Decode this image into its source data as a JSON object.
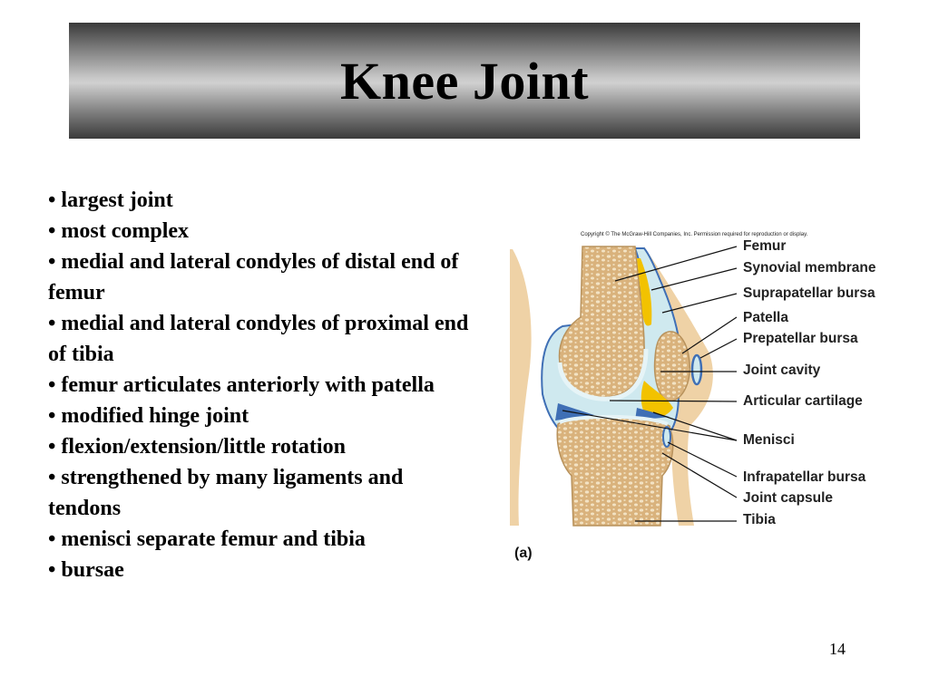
{
  "slide": {
    "title": "Knee Joint",
    "page_number": "14"
  },
  "bullets": [
    "• largest joint",
    "• most complex",
    "• medial and lateral condyles of distal end of femur",
    "• medial and lateral condyles of proximal end of tibia",
    "• femur articulates anteriorly with patella",
    "• modified hinge joint",
    "• flexion/extension/little rotation",
    "• strengthened by many ligaments and tendons",
    "• menisci separate femur and tibia",
    "• bursae"
  ],
  "figure": {
    "copyright": "Copyright © The McGraw-Hill Companies, Inc. Permission required for reproduction or display.",
    "panel_label": "(a)",
    "labels": {
      "femur": "Femur",
      "synovial_membrane": "Synovial membrane",
      "suprapatellar_bursa": "Suprapatellar bursa",
      "patella": "Patella",
      "prepatellar_bursa": "Prepatellar bursa",
      "joint_cavity": "Joint cavity",
      "articular_cartilage": "Articular cartilage",
      "menisci": "Menisci",
      "infrapatellar_bursa": "Infrapatellar bursa",
      "joint_capsule": "Joint capsule",
      "tibia": "Tibia"
    },
    "colors": {
      "bone": "#d9b27c",
      "bone_pores": "#f3e3c4",
      "soft_tissue": "#efd2a6",
      "synovial_fluid": "#cfe9ef",
      "membrane": "#3f6fb5",
      "fat_pad": "#f2c200"
    }
  }
}
